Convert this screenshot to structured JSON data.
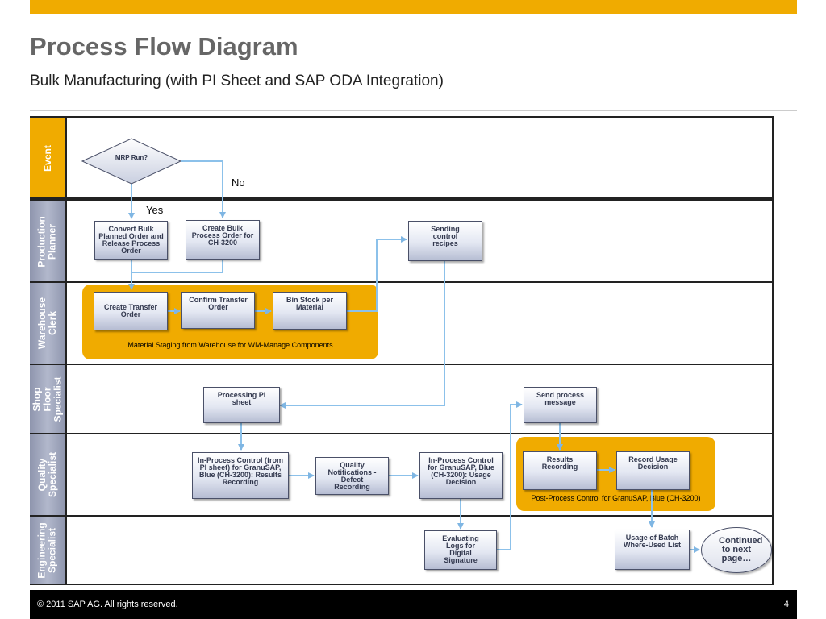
{
  "slide": {
    "title": "Process Flow Diagram",
    "subtitle": "Bulk Manufacturing (with PI Sheet and SAP ODA Integration)",
    "footer_copyright": "©  2011 SAP AG. All rights reserved.",
    "page_number": "4",
    "accent_color": "#f0ab00"
  },
  "lanes": {
    "event": "Event",
    "production_planner": "Production Planner",
    "warehouse_clerk": "Warehouse Clerk",
    "shop_floor_specialist": "Shop Floor Specialist",
    "quality_specialist": "Quality Specialist",
    "engineering_specialist": "Engineering Specialist"
  },
  "decision": {
    "label": "MRP Run?",
    "yes": "Yes",
    "no": "No"
  },
  "steps": {
    "convert_bulk": "Convert Bulk Planned Order and Release Process Order",
    "create_bulk": "Create Bulk Process Order for CH-3200",
    "sending_recipes": "Sending control recipes",
    "create_transfer": "Create Transfer Order",
    "confirm_transfer": "Confirm Transfer Order",
    "bin_stock": "Bin Stock per Material",
    "processing_pi": "Processing PI sheet",
    "send_message": "Send process message",
    "inprocess_results": "In-Process Control (from PI sheet) for GranuSAP, Blue (CH-3200): Results Recording",
    "quality_notifications": "Quality Notifications - Defect Recording",
    "inprocess_usage": "In-Process Control for GranuSAP, Blue (CH-3200): Usage Decision",
    "results_recording": "Results Recording",
    "record_usage": "Record Usage Decision",
    "evaluating_logs": "Evaluating Logs for Digital Signature",
    "usage_batch": "Usage of Batch Where-Used List",
    "continued": "Continued to next page…"
  },
  "groups": {
    "material_staging": "Material Staging from Warehouse for WM-Manage Components",
    "post_process": "Post-Process Control for GranuSAP, Blue (CH-3200)"
  }
}
